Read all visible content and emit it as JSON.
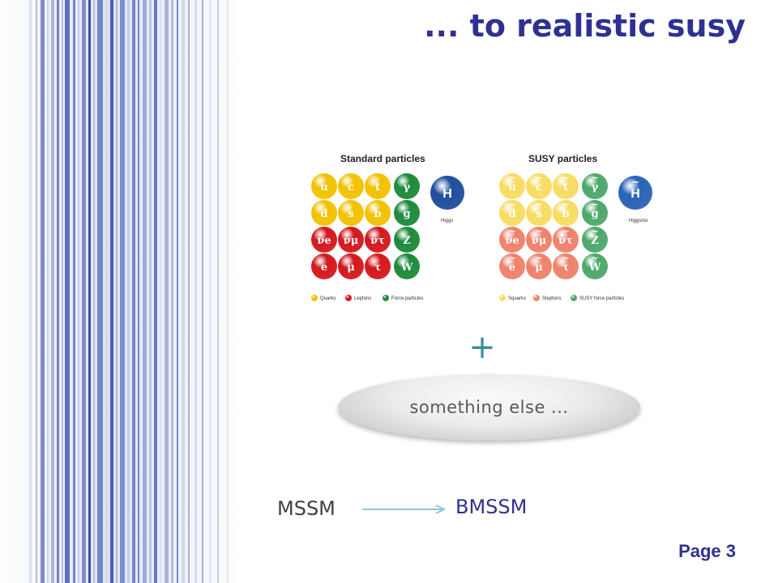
{
  "slide": {
    "title": "... to realistic susy",
    "plus": "+",
    "something_else": "something else ...",
    "from_model": "MSSM",
    "to_model": "BMSSM",
    "page": "Page 3"
  },
  "diagram": {
    "standard": {
      "heading": "Standard particles",
      "rows": [
        [
          "u",
          "c",
          "t",
          "γ"
        ],
        [
          "d",
          "s",
          "b",
          "g"
        ],
        [
          "νe",
          "νμ",
          "ντ",
          "Z"
        ],
        [
          "e",
          "μ",
          "τ",
          "W"
        ]
      ],
      "higgs": "H",
      "higgs_label": "Higgs",
      "legend": [
        "Quarks",
        "Leptons",
        "Force particles"
      ]
    },
    "susy": {
      "heading": "SUSY particles",
      "rows": [
        [
          "u",
          "c",
          "t",
          "γ"
        ],
        [
          "d",
          "s",
          "b",
          "g"
        ],
        [
          "νe",
          "νμ",
          "ντ",
          "Z"
        ],
        [
          "e",
          "μ",
          "τ",
          "W"
        ]
      ],
      "higgs": "H",
      "higgs_label": "Higgsino",
      "legend": [
        "Squarks",
        "Sleptons",
        "SUSY force particles"
      ]
    },
    "colors": {
      "quark": "#f2c200",
      "lepton": "#d4191d",
      "force": "#1e8a3c",
      "higgs": "#1f4f9c",
      "squark": "#f8dc62",
      "slepton": "#f0816c",
      "susy_force": "#4ea86a",
      "higgsino": "#2a64b5"
    }
  },
  "colors": {
    "title": "#2e3192",
    "plus": "#3a8f9a",
    "arrow": "#8fc6d9"
  }
}
